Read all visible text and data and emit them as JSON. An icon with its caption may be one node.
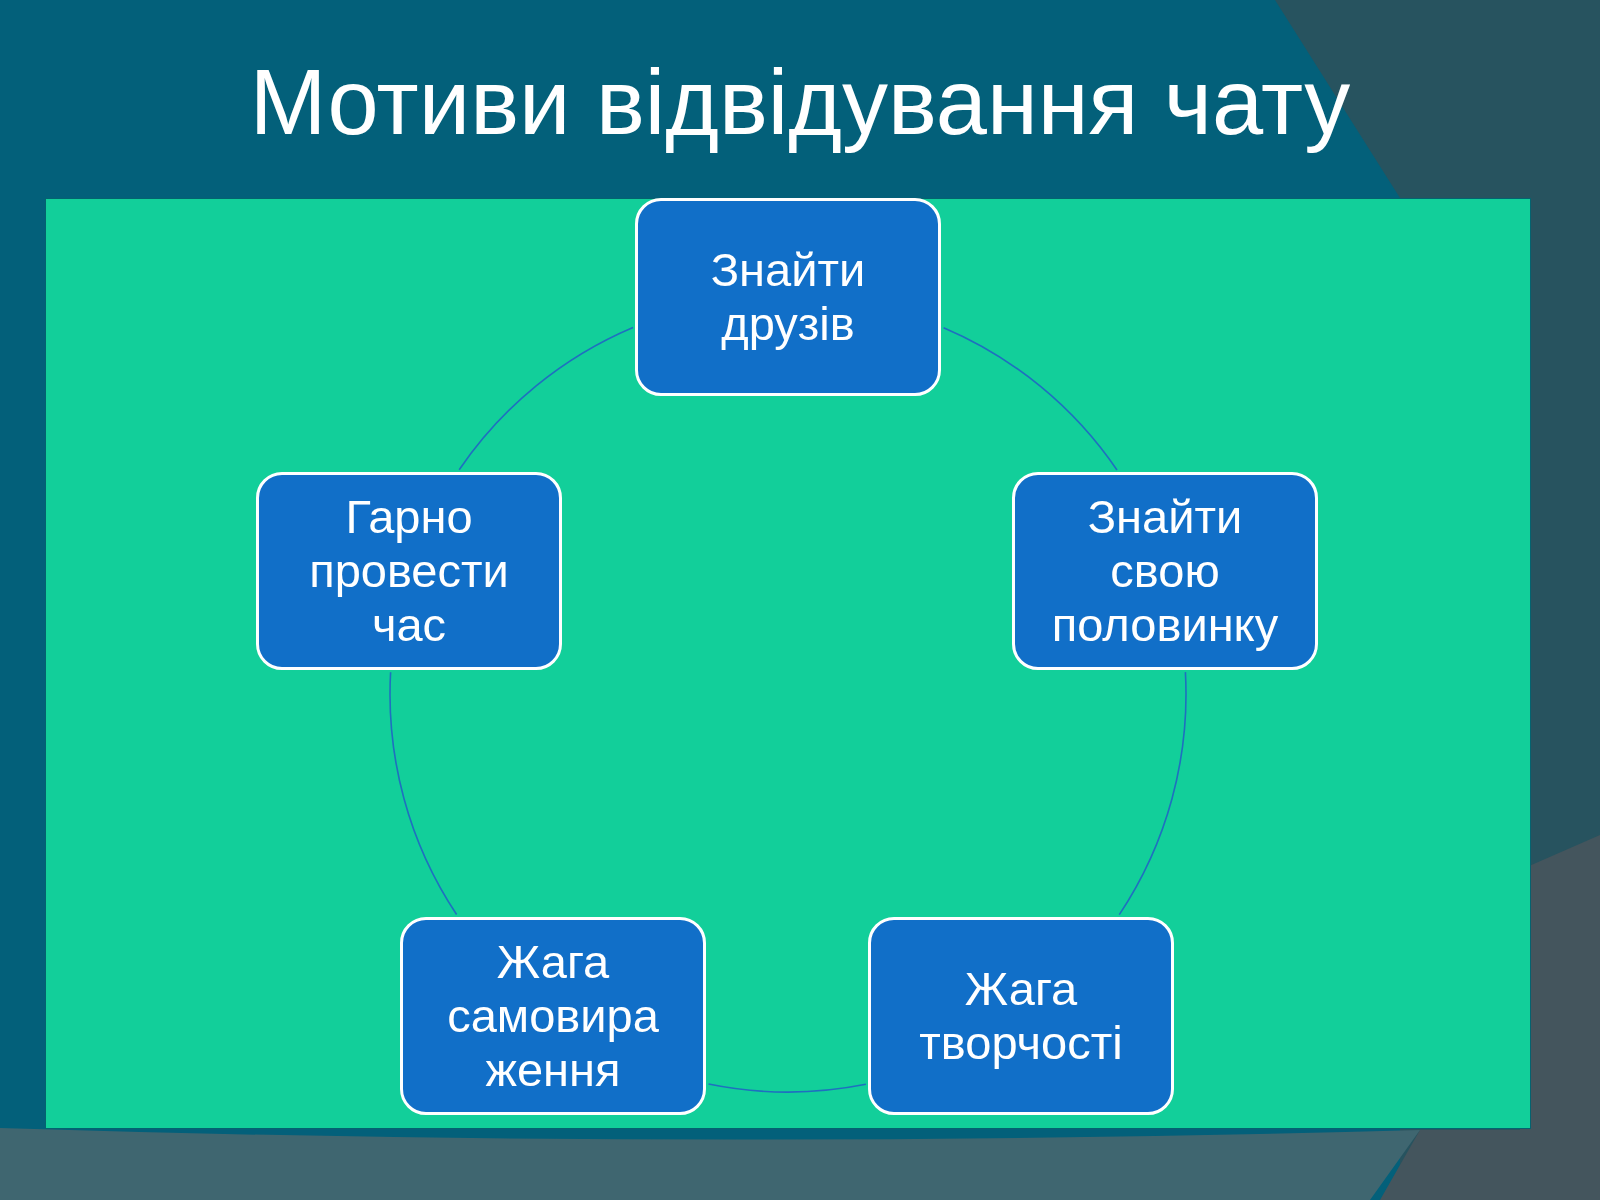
{
  "diagram": {
    "title": "Мотиви відвідування чату",
    "nodes": [
      {
        "text": [
          "Знайти друзів"
        ]
      },
      {
        "text": [
          "Знайти свою половинку"
        ]
      },
      {
        "text": [
          "Жага творчості"
        ]
      },
      {
        "text": [
          "Жага самовираження"
        ]
      },
      {
        "text": [
          "Гарно провести час"
        ]
      }
    ],
    "edges": [
      {
        "from": 0,
        "to": 1,
        "arrow": "none"
      },
      {
        "from": 1,
        "to": 2,
        "arrow": "none"
      },
      {
        "from": 2,
        "to": 3,
        "arrow": "none"
      },
      {
        "from": 3,
        "to": 4,
        "arrow": "none"
      },
      {
        "from": 4,
        "to": 0,
        "arrow": "none"
      }
    ]
  }
}
